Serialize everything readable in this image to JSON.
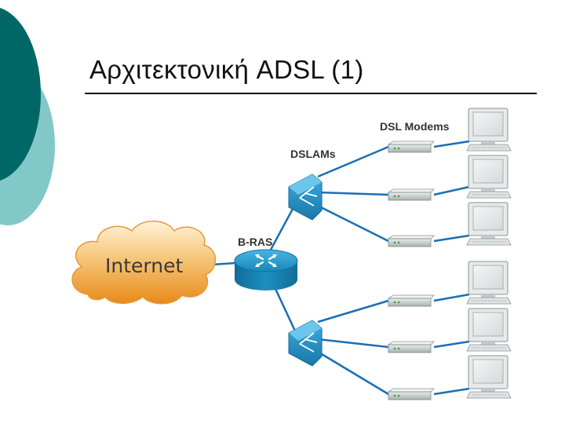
{
  "slide": {
    "title": "Αρχιτεκτονική ADSL (1)"
  },
  "labels": {
    "internet": "Internet",
    "bras": "B-RAS",
    "dslams": "DSLAMs",
    "modems": "DSL Modems"
  },
  "colors": {
    "teal_dark": "#006766",
    "teal_light": "#82c8c8",
    "cloud_orange": "#f0a030",
    "router_blue": "#1a86b9",
    "link_blue": "#1a6fb5"
  },
  "icons": {
    "cloud": "internet-cloud-icon",
    "router": "router-icon",
    "dslam": "dslam-switch-icon",
    "modem": "dsl-modem-icon",
    "computer": "desktop-computer-icon"
  }
}
